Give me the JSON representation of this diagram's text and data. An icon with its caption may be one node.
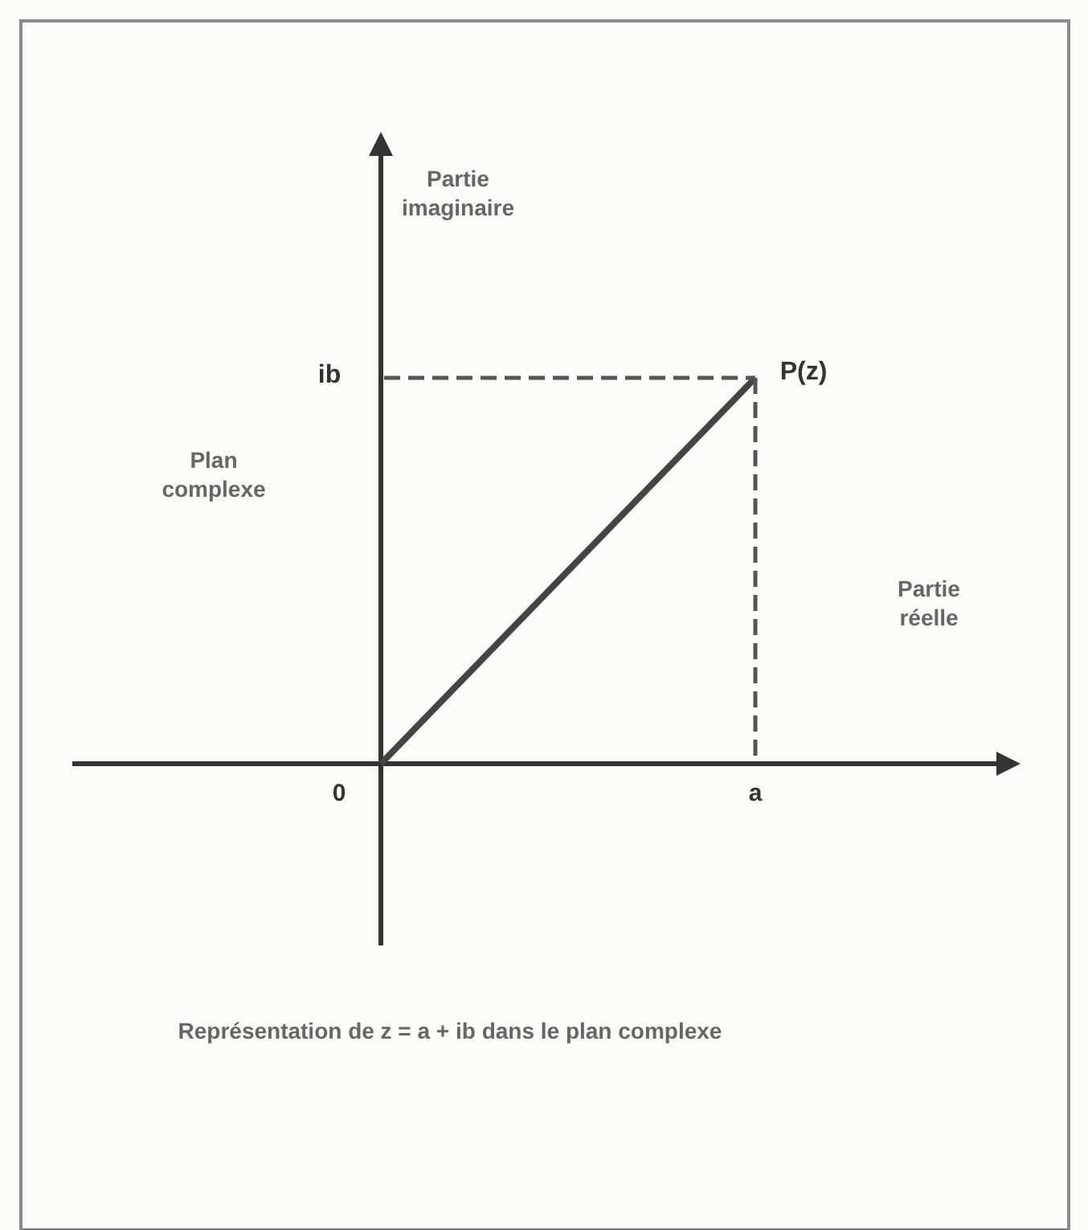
{
  "diagram": {
    "caption": "Représentation de z = a + ib dans le plan complexe",
    "labels": [
      "Partie imaginaire",
      "ib",
      "P(z)",
      "Plan complexe",
      "Partie réelle",
      "0",
      "a"
    ]
  }
}
